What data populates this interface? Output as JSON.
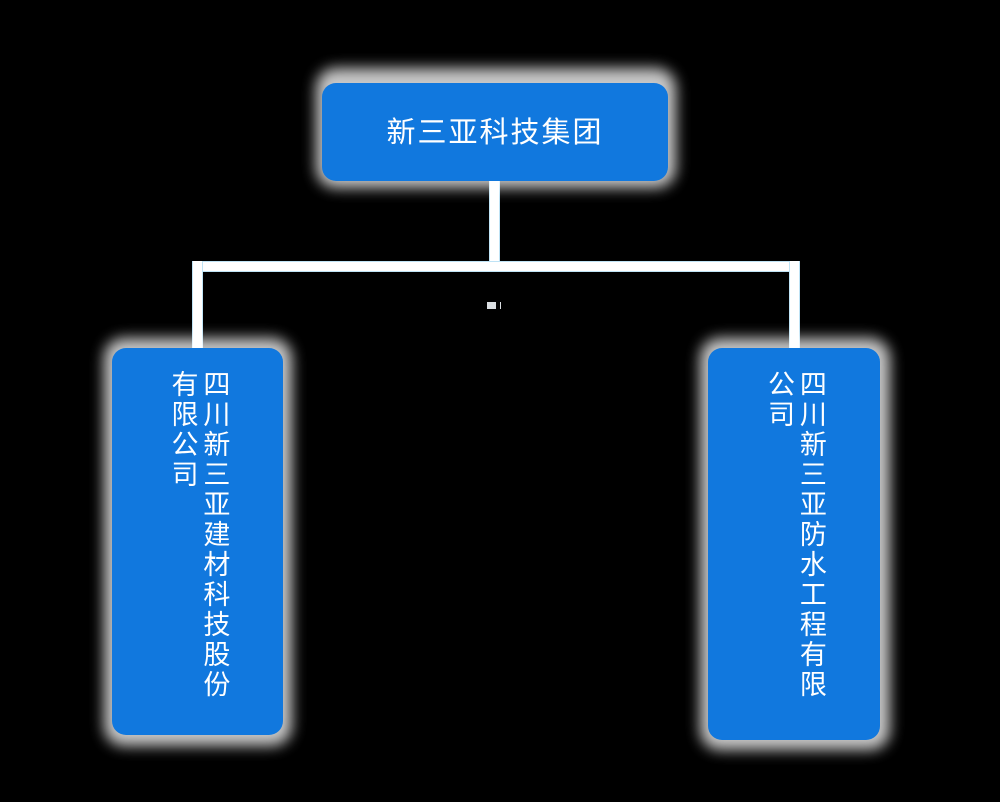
{
  "diagram": {
    "type": "organization-chart",
    "background_color": "#000000",
    "node_color": "#1178de",
    "node_text_color": "#ffffff",
    "connector_color": "#ffffff",
    "connector_edge_color": "#bfe3f5",
    "root": {
      "id": "node-root",
      "label": "新三亚科技集团",
      "orientation": "horizontal"
    },
    "children": [
      {
        "id": "node-child-left",
        "label": "四川新三亚建材科技股份有限公司",
        "orientation": "vertical-rl",
        "columns": [
          "四川新三亚建材科技",
          "股份有限公司"
        ]
      },
      {
        "id": "node-child-right",
        "label": "四川新三亚防水工程有限公司",
        "orientation": "vertical-rl",
        "columns": [
          "四川新三亚防水工程",
          "有限公司"
        ]
      }
    ],
    "connectors": [
      {
        "id": "trunk",
        "from": "node-root",
        "to": "bus"
      },
      {
        "id": "bus",
        "from": "trunk",
        "to": "branches"
      },
      {
        "id": "branch-left",
        "from": "bus",
        "to": "node-child-left"
      },
      {
        "id": "branch-right",
        "from": "bus",
        "to": "node-child-right"
      }
    ]
  }
}
